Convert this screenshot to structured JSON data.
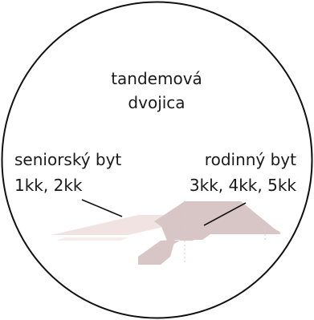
{
  "diagram": {
    "title_line1": "tandemová",
    "title_line2": "dvojica",
    "left_label_line1": "seniorský byt",
    "left_label_line2": "1kk, 2kk",
    "right_label_line1": "rodinný byt",
    "right_label_line2": "3kk, 4kk, 5kk"
  },
  "colors": {
    "circle_stroke": "#111111",
    "senior_unit_fill": "#f2e3e3",
    "family_unit_fill": "#d8c6c6",
    "text": "#1a1a1a",
    "leader_line": "#111111"
  }
}
